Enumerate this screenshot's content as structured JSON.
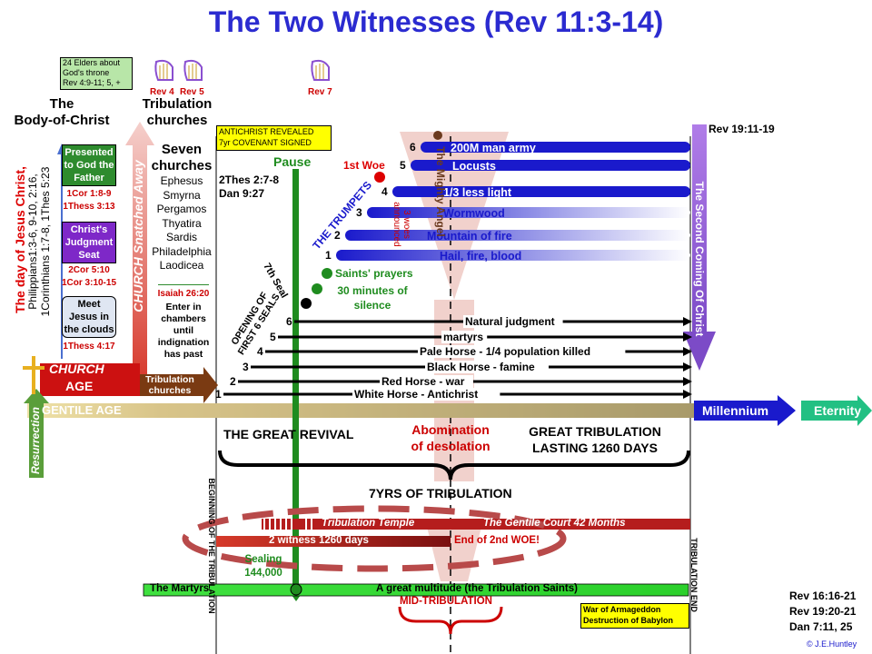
{
  "title": "The Two Witnesses (Rev 11:3-14)",
  "colors": {
    "title": "#2b2bd0",
    "red": "#cc0000",
    "green": "#1f8c1f",
    "blue": "#1a1acc",
    "purple": "#8a3dd6",
    "pink": "#e9c3bd"
  },
  "left": {
    "elders_note": [
      "24 Elders about",
      "God's throne",
      "Rev 4:9-11; 5, +"
    ],
    "rev4": "Rev 4",
    "rev5": "Rev 5",
    "rev7": "Rev 7",
    "body_heading": [
      "The",
      "Body-of-Christ"
    ],
    "trib_heading": [
      "Tribulation",
      "churches"
    ],
    "day_of_christ": "The day of Jesus Christ,",
    "day_refs1": "Philippians1:3-6, 9-10, 2:16,",
    "day_refs2": "1Corinthians 1:7-8, 1Thes 5:23",
    "presented": [
      "Presented",
      "to God the",
      "Father"
    ],
    "presented_ref1": "1Cor 1:8-9",
    "presented_ref2": "1Thess 3:13",
    "judgment": [
      "Christ's",
      "Judgment",
      "Seat"
    ],
    "judgment_ref1": "2Cor 5:10",
    "judgment_ref2": "1Cor 3:10-15",
    "meet": [
      "Meet",
      "Jesus in",
      "the clouds"
    ],
    "meet_ref": "1Thess 4:17",
    "snatched": "CHURCH Snatched Away",
    "seven_churches_heading": [
      "Seven",
      "churches"
    ],
    "churches": [
      "Ephesus",
      "Smyrna",
      "Pergamos",
      "Thyatira",
      "Sardis",
      "Philadelphia",
      "Laodicea"
    ],
    "isaiah": "Isaiah 26:20",
    "isaiah_text": [
      "Enter in",
      "chambers",
      "until",
      "indignation",
      "has past"
    ],
    "church": "CHURCH",
    "age": "AGE",
    "trib_churches_arrow": [
      "Tribulation",
      "churches"
    ],
    "resurrection": "Resurrection",
    "gentile_age": "GENTILE AGE"
  },
  "center": {
    "antichrist": [
      "ANTICHRIST  REVEALED",
      "7yr COVENANT  SIGNED"
    ],
    "pause": "Pause",
    "thes": "2Thes 2:7-8",
    "dan": "Dan 9:27",
    "first_woe": "1st Woe",
    "woes_announced": [
      "3 woes",
      "announced"
    ],
    "mighty_angel": "The Mighty Angel",
    "the_trumpets": "THE TRUMPETS",
    "trumpets": [
      {
        "n": "6",
        "label": "200M man army"
      },
      {
        "n": "5",
        "label": "Locusts"
      },
      {
        "n": "4",
        "label": "1/3 less light"
      },
      {
        "n": "3",
        "label": "Wormwood"
      },
      {
        "n": "2",
        "label": "Mountain of fire"
      },
      {
        "n": "1",
        "label": "Hail, fire, blood"
      }
    ],
    "seventh_seal": "7th Seal",
    "saints_prayers": "Saints' prayers",
    "silence": [
      "30 minutes of",
      "silence"
    ],
    "opening_seals": [
      "OPENING OF",
      "FIRST 6 SEALS"
    ],
    "seals": [
      {
        "n": "6",
        "label": "Natural judgment"
      },
      {
        "n": "5",
        "label": "martyrs"
      },
      {
        "n": "4",
        "label": "Pale Horse - 1/4 population killed"
      },
      {
        "n": "3",
        "label": "Black Horse - famine"
      },
      {
        "n": "2",
        "label": "Red Horse - war"
      },
      {
        "n": "1",
        "label": "White Horse - Antichrist"
      }
    ],
    "great_revival": "THE GREAT REVIVAL",
    "abomination": [
      "Abomination",
      "of desolation"
    ],
    "great_trib": [
      "GREAT TRIBULATION",
      "LASTING 1260 DAYS"
    ],
    "seven_yrs": "7YRS OF TRIBULATION",
    "beginning": "BEGINNING OF THE TRIBULATION",
    "temple": "Tribulation Temple",
    "gentile_court": "The Gentile Court 42 Months",
    "two_witness": "2 witness 1260 days",
    "end_woe": "End of 2nd WOE!",
    "sealing": [
      "Sealing",
      "144,000"
    ],
    "martyrs": "The Martyrs",
    "multitude": "A great multitude (the Tribulation Saints)",
    "mid_trib": "MID-TRIBULATION"
  },
  "right": {
    "rev19": "Rev 19:11-19",
    "second_coming": "The Second Coming Of Christ",
    "millennium": "Millennium",
    "eternity": "Eternity",
    "trib_end": "TRIBULATION END",
    "armageddon": [
      "War of Armageddon",
      "Destruction of Babylon"
    ],
    "refs": [
      "Rev 16:16-21",
      "Rev 19:20-21",
      "Dan 7:11, 25"
    ],
    "copyright": "© J.E.Huntley"
  }
}
